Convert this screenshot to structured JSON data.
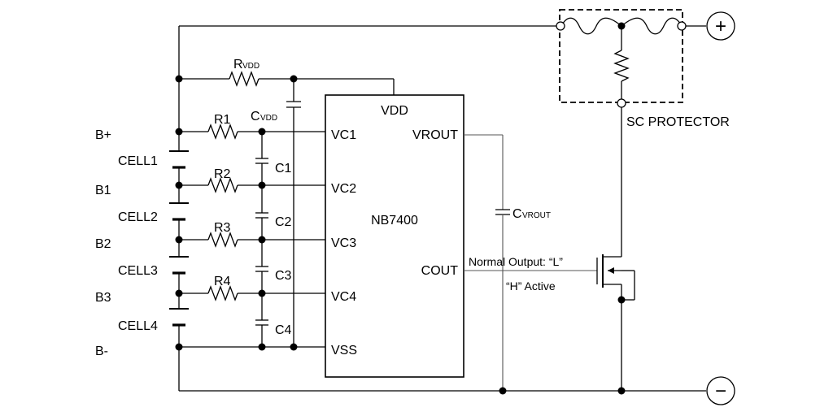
{
  "ic": {
    "name": "NB7400",
    "pins": {
      "vdd": "VDD",
      "vc1": "VC1",
      "vc2": "VC2",
      "vc3": "VC3",
      "vc4": "VC4",
      "vss": "VSS",
      "vrout": "VROUT",
      "cout": "COUT"
    }
  },
  "nodes": {
    "b_plus": "B+",
    "b1": "B1",
    "b2": "B2",
    "b3": "B3",
    "b_minus": "B-"
  },
  "cells": [
    "CELL1",
    "CELL2",
    "CELL3",
    "CELL4"
  ],
  "resistors": [
    "R1",
    "R2",
    "R3",
    "R4"
  ],
  "capacitors": [
    "C1",
    "C2",
    "C3",
    "C4"
  ],
  "rvdd": {
    "main": "R",
    "sub": "VDD"
  },
  "cvdd": {
    "main": "C",
    "sub": "VDD"
  },
  "cvrout": {
    "main": "C",
    "sub": "VROUT"
  },
  "sc_protector": "SC PROTECTOR",
  "cout_note": {
    "line1": "Normal Output: “L”",
    "line2": "“H” Active"
  },
  "terminals": {
    "plus": "+",
    "minus": "−"
  }
}
